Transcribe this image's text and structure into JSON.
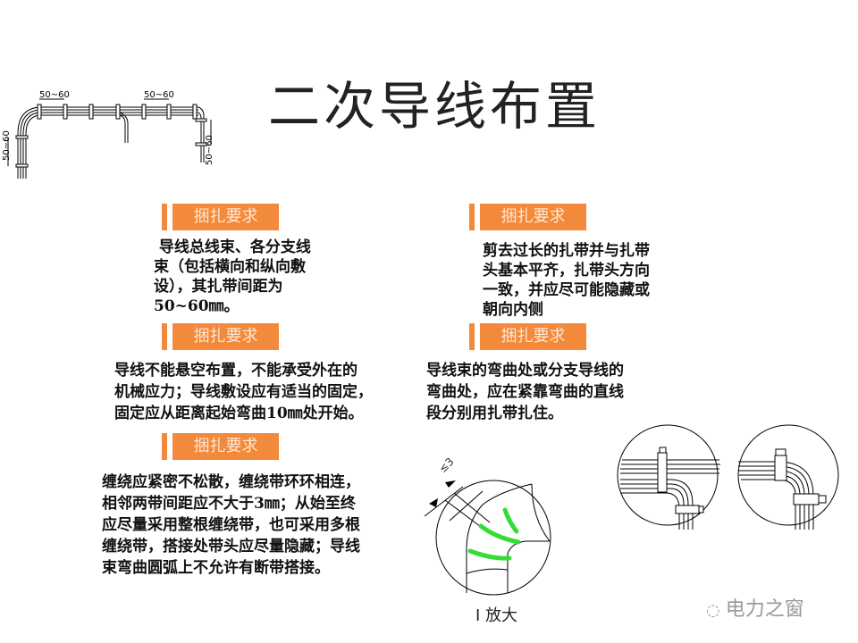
{
  "title": "二次导线布置",
  "diagram_top": {
    "dim_labels": [
      "50~60",
      "50~60",
      "50~60",
      "50~60"
    ]
  },
  "sections": [
    {
      "tag": "捆扎要求",
      "lines": [
        " 导线总线束、各分支线",
        "束（包括横向和纵向敷",
        "设），其扎带间距为",
        "50~60㎜。"
      ]
    },
    {
      "tag": "捆扎要求",
      "lines": [
        "剪去过长的扎带并与扎带",
        "头基本平齐，扎带头方向",
        "一致，并应尽可能隐藏或",
        "朝向内侧"
      ]
    },
    {
      "tag": "捆扎要求",
      "lines": [
        "导线不能悬空布置，不能承受外在的",
        "机械应力；导线敷设应有适当的固定，",
        "固定应从距离起始弯曲10㎜处开始。"
      ]
    },
    {
      "tag": "捆扎要求",
      "lines": [
        "导线束的弯曲处或分支导线的",
        "弯曲处，应在紧靠弯曲的直线",
        "段分别用扎带扎住。"
      ]
    },
    {
      "tag": "捆扎要求",
      "lines": [
        "缠绕应紧密不松散，缠绕带环环相连，",
        "相邻两带间距应不大于3㎜；从始至终",
        "应尽量采用整根缠绕带，也可采用多根",
        "缠绕带，搭接处带头应尽量隐藏；导线",
        "束弯曲圆弧上不允许有断带搭接。"
      ]
    }
  ],
  "detail": {
    "dim_label": "≤3",
    "caption": "Ⅰ 放大"
  },
  "watermark": "电力之窗",
  "colors": {
    "tag": "#f3893a",
    "wrap": "#33dd33"
  }
}
